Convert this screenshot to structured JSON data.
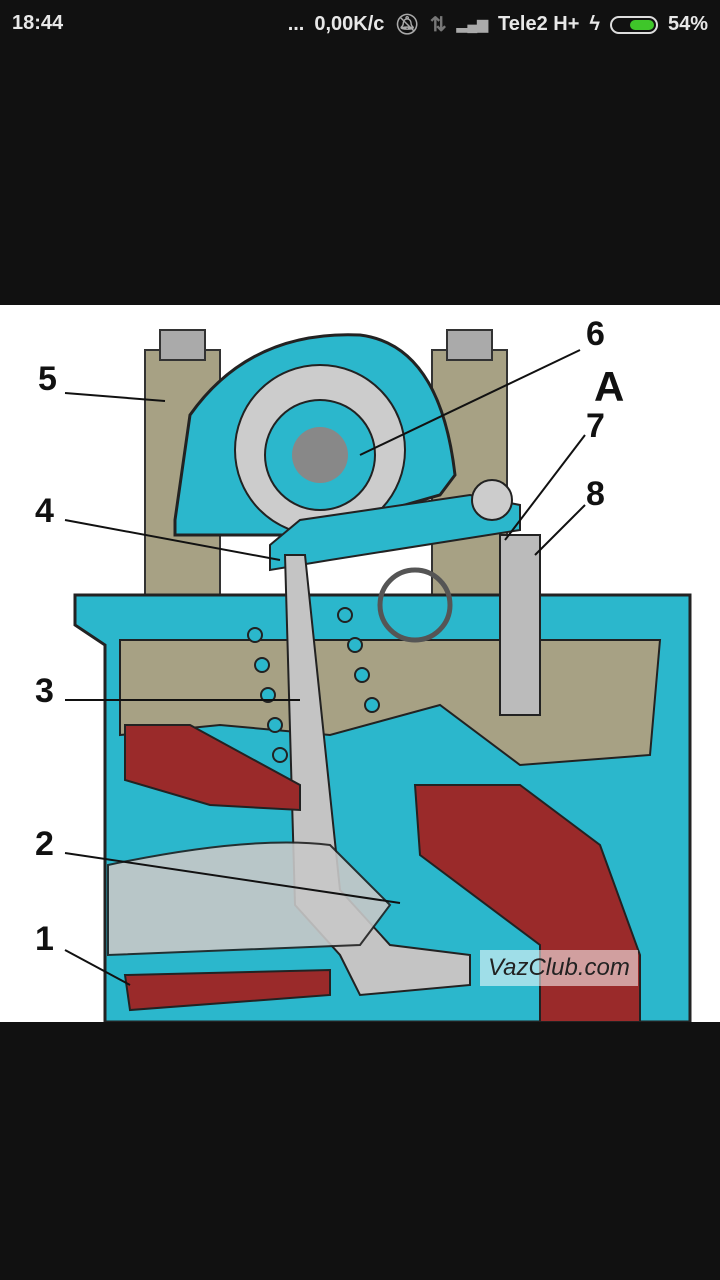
{
  "status_bar": {
    "time": "18:44",
    "more": "...",
    "net_speed": "0,00K/c",
    "carrier": "Tele2 H+",
    "battery_percent": "54%",
    "battery_level": 0.54,
    "icons": [
      "mute-icon",
      "data-arrows-icon",
      "signal-icon",
      "charging-icon",
      "battery-icon"
    ]
  },
  "image": {
    "labels": [
      "1",
      "2",
      "3",
      "4",
      "5",
      "6",
      "7",
      "8"
    ],
    "view_letter": "A",
    "watermark": "VazClub.com"
  },
  "colors": {
    "cyan": "#2bb7cc",
    "red": "#9a2a2a",
    "olive": "#a7a184",
    "steel": "#b7b7b7"
  }
}
